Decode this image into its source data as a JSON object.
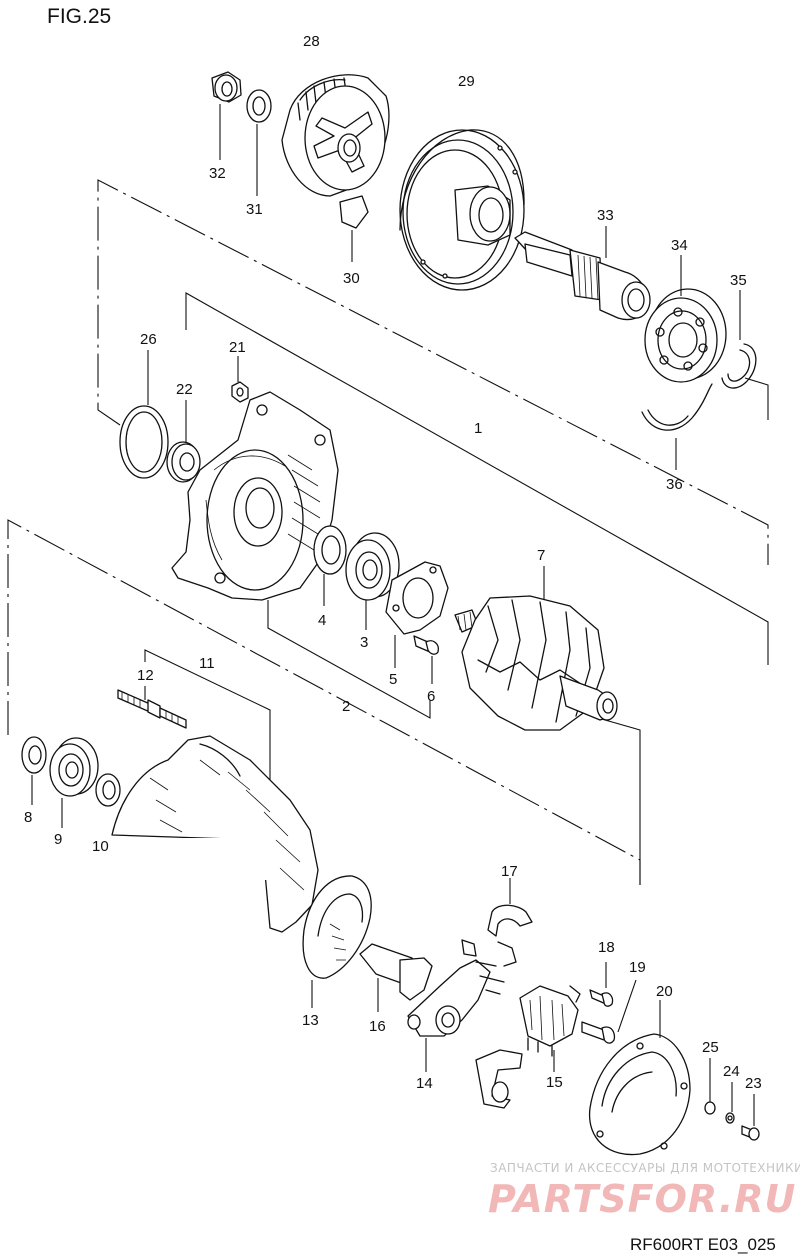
{
  "figure": {
    "title": "FIG.25",
    "code": "RF600RT E03_025"
  },
  "watermark": {
    "line1": "ЗАПЧАСТИ И АКСЕССУАРЫ ДЛЯ МОТОТЕХНИКИ",
    "line2": "PARTSFOR.RU",
    "color": "#f2b7b7"
  },
  "callouts": [
    "1",
    "2",
    "3",
    "4",
    "5",
    "6",
    "7",
    "8",
    "9",
    "10",
    "11",
    "12",
    "13",
    "14",
    "15",
    "16",
    "17",
    "18",
    "19",
    "20",
    "21",
    "22",
    "23",
    "24",
    "25",
    "26",
    "28",
    "29",
    "30",
    "31",
    "32",
    "33",
    "34",
    "35",
    "36"
  ]
}
